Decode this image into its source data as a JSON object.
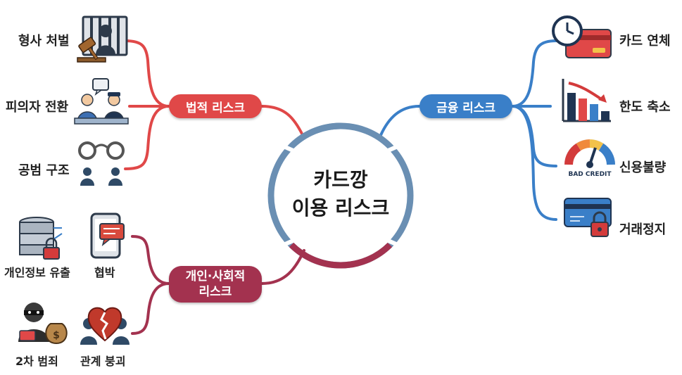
{
  "center": {
    "line1": "카드깡",
    "line2": "이용 리스크"
  },
  "branches": {
    "legal": {
      "label": "법적 리스크",
      "color": "#e04848",
      "items": [
        {
          "label": "형사 처벌",
          "icon": "jail-gavel-icon"
        },
        {
          "label": "피의자 전환",
          "icon": "police-interrogation-icon"
        },
        {
          "label": "공범 구조",
          "icon": "handcuffs-people-icon"
        }
      ]
    },
    "financial": {
      "label": "금융 리스크",
      "color": "#3a7fc8",
      "items": [
        {
          "label": "카드 연체",
          "icon": "clock-credit-card-icon"
        },
        {
          "label": "한도 축소",
          "icon": "declining-chart-icon"
        },
        {
          "label": "신용불량",
          "icon": "credit-gauge-icon",
          "icon_text": "BAD CREDIT"
        },
        {
          "label": "거래정지",
          "icon": "locked-card-icon"
        }
      ]
    },
    "social": {
      "label_line1": "개인·사회적",
      "label_line2": "리스크",
      "color": "#a3324f",
      "items": [
        {
          "label": "개인정보 유출",
          "icon": "database-lock-icon"
        },
        {
          "label": "협박",
          "icon": "phone-message-icon"
        },
        {
          "label": "2차 범죄",
          "icon": "thief-money-icon"
        },
        {
          "label": "관계 붕괴",
          "icon": "broken-heart-icon"
        }
      ]
    }
  }
}
